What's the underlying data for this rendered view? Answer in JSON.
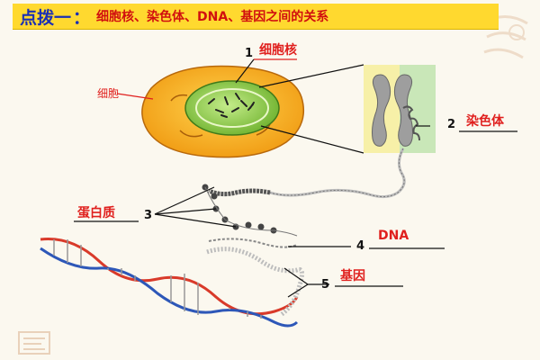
{
  "banner": {
    "lead": "点拨一",
    "colon": "：",
    "title": "细胞核、染色体、DNA、基因之间的关系"
  },
  "labels": {
    "cell": "细胞",
    "nucleus": "细胞核",
    "chromosome": "染色体",
    "protein": "蛋白质",
    "dna": "DNA",
    "gene": "基因"
  },
  "numbers": {
    "n1": "1",
    "n2": "2",
    "n3": "3",
    "n4": "4",
    "n5": "5"
  },
  "colors": {
    "banner_bg": "#ffd92f",
    "banner_lead": "#1a2fb5",
    "banner_title": "#d10f0f",
    "label_red": "#e0201e",
    "cell_fill": "#f2a21c",
    "nucleus_fill": "#8cc63f"
  },
  "icons": [
    "cell-icon",
    "chromosome-icon",
    "dna-helix-icon",
    "seal-watermark-icon"
  ]
}
